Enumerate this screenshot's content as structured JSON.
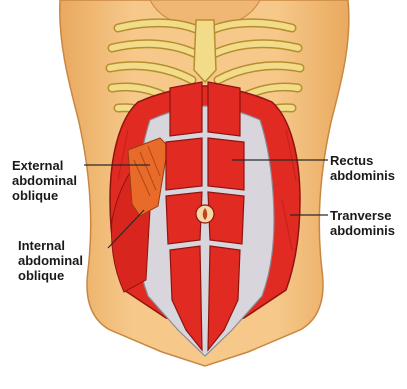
{
  "labels": {
    "external_oblique": [
      "External",
      "abdominal",
      "oblique"
    ],
    "internal_oblique": [
      "Internal",
      "abdominal",
      "oblique"
    ],
    "rectus": [
      "Rectus",
      "abdominis"
    ],
    "transverse": [
      "Tranverse",
      "abdominis"
    ]
  },
  "colors": {
    "skin": "#f6c88a",
    "skin_shadow": "#e9a95e",
    "rib": "#f2dc8a",
    "rib_outline": "#b58f2e",
    "muscle": "#e02a22",
    "muscle_dark": "#b81d17",
    "fascia": "#d8d6dc",
    "external_oblique": "#e86b2a",
    "leader_line": "#2a2a2a"
  }
}
